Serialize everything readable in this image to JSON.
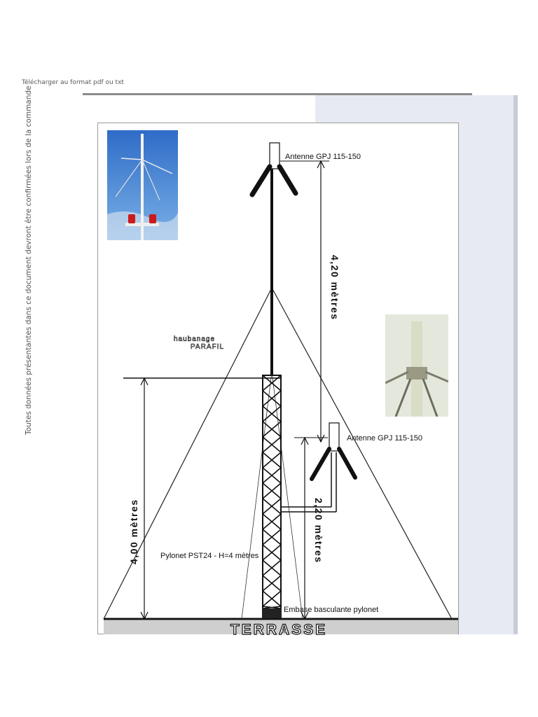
{
  "header": {
    "download_link": "Télécharger au format pdf ou txt"
  },
  "side_note": "Toutes données présentantes dans ce document devront être confirmées lors de la commande",
  "diagram": {
    "antenna_top_label": "Antenne GPJ 115-150",
    "antenna_side_label": "Antenne GPJ 115-150",
    "guying_line1": "haubanage",
    "guying_line2": "PARAFIL",
    "height_upper": "4,20 mètres",
    "height_tower": "4,00 mètres",
    "height_side": "2,20 mètres",
    "pylon_label": "Pylonet PST24  -  H=4 mètres",
    "base_label": "Embase basculante pylonet",
    "ground_label": "TERRASSE"
  },
  "colors": {
    "sky": "#3f7fd0",
    "warning_light": "#cc1a1a",
    "top_rule": "#8c8c8c",
    "viewer_panel": "#e7eaf2"
  }
}
